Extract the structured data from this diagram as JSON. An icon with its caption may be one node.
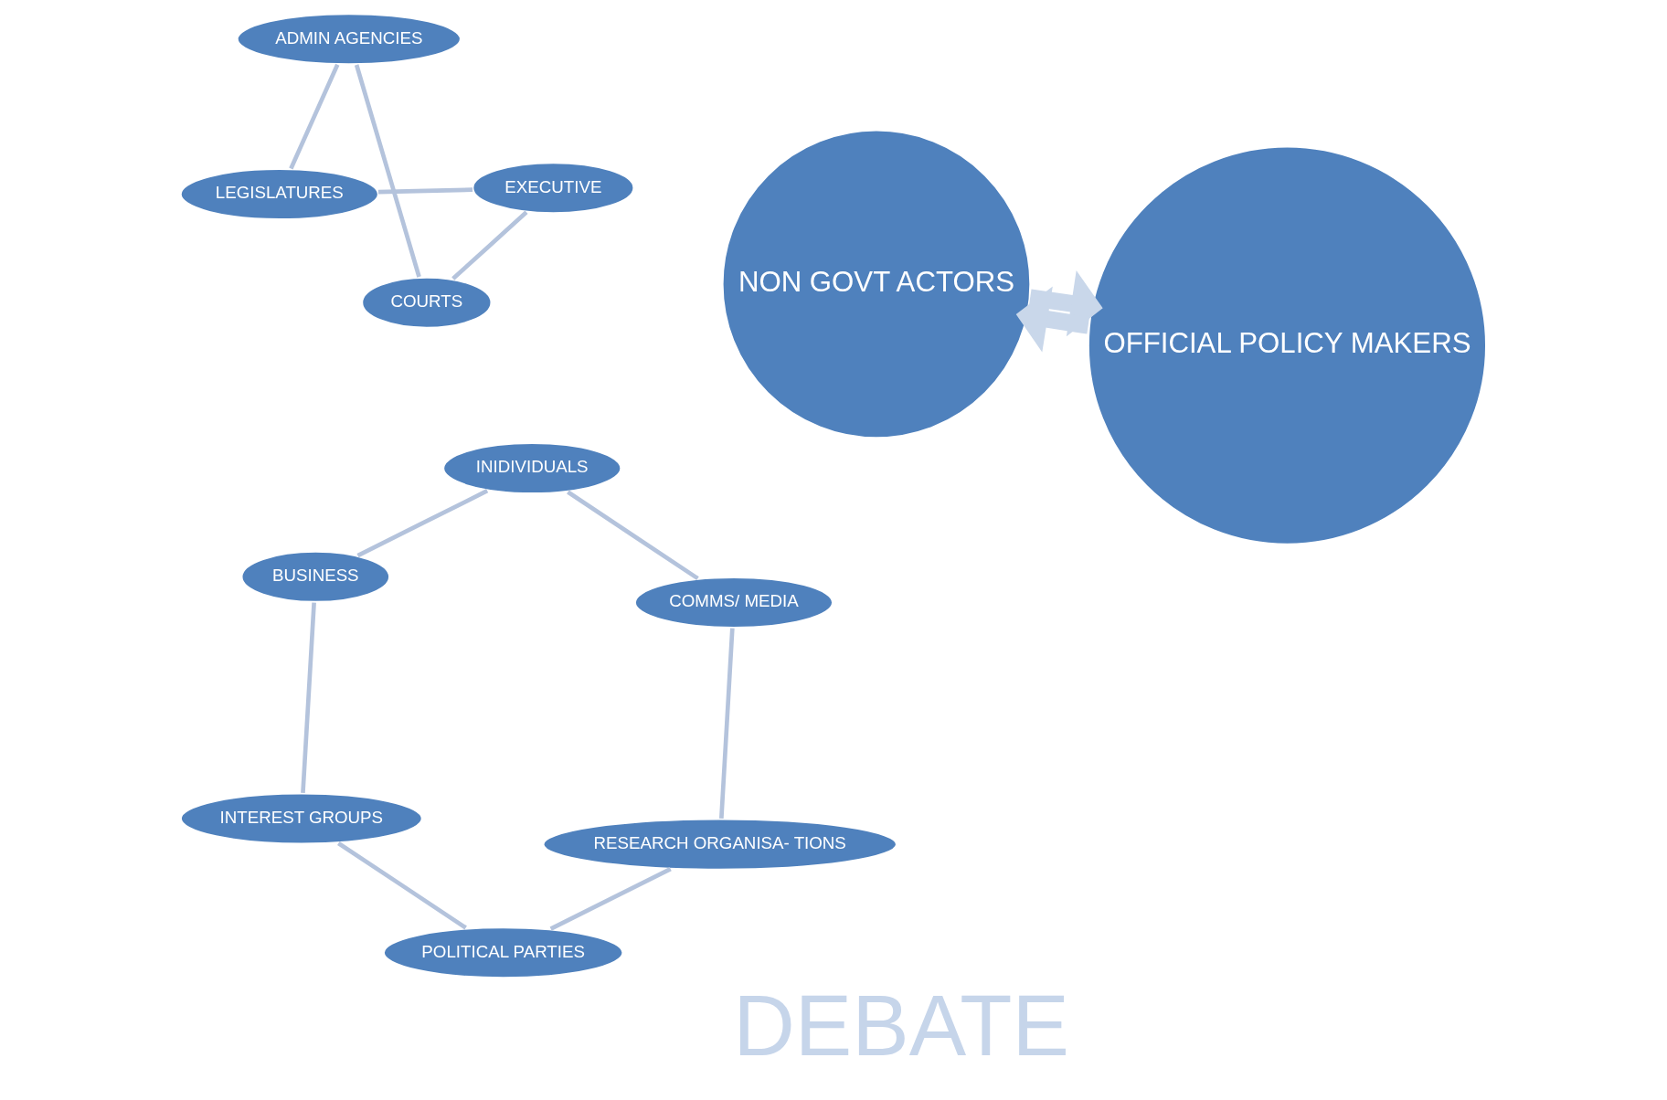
{
  "diagram": {
    "nodes": [
      {
        "text": [
          "NON GOVT ACTORS"
        ]
      },
      {
        "text": [
          "INTEREST GROUPS"
        ]
      },
      {
        "text": [
          "POLITICAL PARTIES"
        ]
      },
      {
        "text": [
          "RESEARCH ORGANISA- TIONS"
        ]
      },
      {
        "text": [
          "COMMS/ MEDIA"
        ]
      },
      {
        "text": [
          "INIDIVIDUALS"
        ]
      },
      {
        "text": [
          "BUSINESS"
        ]
      },
      {
        "text": [
          "OFFICIAL POLICY MAKERS"
        ]
      },
      {
        "text": [
          "LEGISLATURES"
        ]
      },
      {
        "text": [
          "EXECUTIVE"
        ]
      },
      {
        "text": [
          "COURTS"
        ]
      },
      {
        "text": [
          "ADMIN AGENCIES"
        ]
      }
    ],
    "edges": [
      {
        "from": 1,
        "to": 2,
        "arrow": "none"
      },
      {
        "from": 2,
        "to": 3,
        "arrow": "none"
      },
      {
        "from": 3,
        "to": 4,
        "arrow": "none"
      },
      {
        "from": 4,
        "to": 5,
        "arrow": "none"
      },
      {
        "from": 5,
        "to": 6,
        "arrow": "none"
      },
      {
        "from": 6,
        "to": 1,
        "arrow": "none"
      },
      {
        "from": 8,
        "to": 9,
        "arrow": "none"
      },
      {
        "from": 9,
        "to": 10,
        "arrow": "none"
      },
      {
        "from": 10,
        "to": 11,
        "arrow": "none"
      },
      {
        "from": 11,
        "to": 8,
        "arrow": "none"
      },
      {
        "from": 7,
        "to": 0,
        "arrow": "to",
        "style": "thick",
        "color": "#c9d7ea"
      },
      {
        "from": 0,
        "to": 7,
        "arrow": "to",
        "style": "thick",
        "color": "#c9d7ea"
      }
    ],
    "labels": [
      "DEBATE"
    ]
  }
}
